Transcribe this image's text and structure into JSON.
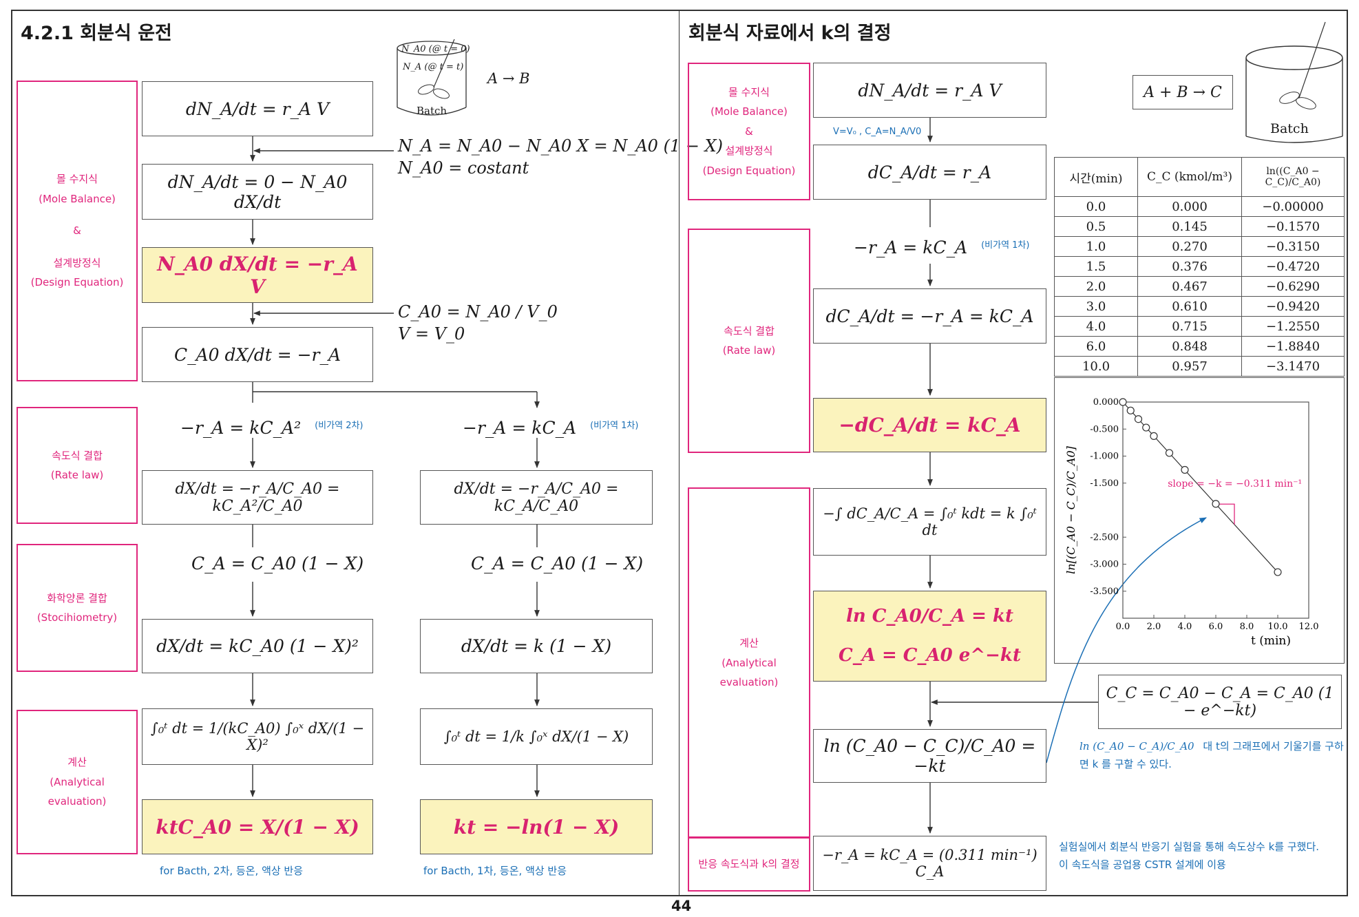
{
  "left": {
    "title": "4.2.1 회분식 운전",
    "reaction": "A → B",
    "batch_label": "Batch",
    "batch_line1": "N_A0 (@ t = 0)",
    "batch_line2": "N_A (@ t = t)",
    "stage_labels": {
      "mole_balance": [
        "몰 수지식",
        "(Mole Balance)",
        "&",
        "설계방정식",
        "(Design Equation)"
      ],
      "rate_law": [
        "속도식 결합",
        "(Rate law)"
      ],
      "stoich": [
        "화학양론 결합",
        "(Stocihiometry)"
      ],
      "analytical": [
        "계산",
        "(Analytical",
        "evaluation)"
      ]
    },
    "eq1": "dN_A/dt = r_A V",
    "annot1_line1": "N_A = N_A0 − N_A0 X = N_A0 (1 − X)",
    "annot1_line2": "N_A0 = costant",
    "eq2": "dN_A/dt = 0 − N_A0 dX/dt",
    "eq3": "N_A0 dX/dt = −r_A V",
    "annot2_line1": "C_A0 = N_A0 / V_0",
    "annot2_line2": "V = V_0",
    "eq4": "C_A0 dX/dt = −r_A",
    "col1": {
      "rate": "−r_A = kC_A²",
      "rate_note": "(비가역 2차)",
      "eq5": "dX/dt = −r_A/C_A0 = kC_A²/C_A0",
      "stoich": "C_A = C_A0 (1 − X)",
      "eq6": "dX/dt = kC_A0 (1 − X)²",
      "eq7": "∫₀ᵗ dt = 1/(kC_A0) ∫₀ˣ dX/(1 − X)²",
      "eq8": "ktC_A0 = X/(1 − X)",
      "footnote": "for Bacth, 2차, 등온, 액상 반응"
    },
    "col2": {
      "rate": "−r_A = kC_A",
      "rate_note": "(비가역 1차)",
      "eq5": "dX/dt = −r_A/C_A0 = kC_A/C_A0",
      "stoich": "C_A = C_A0 (1 − X)",
      "eq6": "dX/dt = k (1 − X)",
      "eq7": "∫₀ᵗ dt = 1/k ∫₀ˣ dX/(1 − X)",
      "eq8": "kt = −ln(1 − X)",
      "footnote": "for Bacth, 1차, 등온, 액상 반응"
    }
  },
  "right": {
    "title": "회분식 자료에서 k의 결정",
    "reaction": "A + B → C",
    "batch_label": "Batch",
    "stage_labels": {
      "mole_balance": [
        "몰 수지식",
        "(Mole Balance)",
        "&",
        "설계방정식",
        "(Design Equation)"
      ],
      "rate_law": [
        "속도식 결합",
        "(Rate law)"
      ],
      "analytical": [
        "계산",
        "(Analytical",
        "evaluation)"
      ],
      "final": [
        "반응 속도식과 k의 결정"
      ]
    },
    "eq1": "dN_A/dt = r_A V",
    "note1": "V=V₀ , C_A=N_A/V0",
    "eq2": "dC_A/dt = r_A",
    "rate": "−r_A = kC_A",
    "rate_note": "(비가역 1차)",
    "eq3": "dC_A/dt = −r_A = kC_A",
    "eq4": "−dC_A/dt = kC_A",
    "eq5": "−∫ dC_A/C_A = ∫₀ᵗ kdt = k ∫₀ᵗ dt",
    "eq6a": "ln C_A0/C_A = kt",
    "eq6b": "C_A = C_A0 e^−kt",
    "side_eq": "C_C = C_A0 − C_A = C_A0 (1 − e^−kt)",
    "eq7": "ln (C_A0 − C_C)/C_A0 = −kt",
    "eq8": "−r_A = kC_A = (0.311 min⁻¹) C_A",
    "note2_expr": "ln (C_A0 − C_A)/C_A0",
    "note2_text": "대 t의 그래프에서 기울기를 구하면 k 를 구할 수 있다.",
    "note3_line1": "실험실에서 회분식 반응기 실험을 통해 속도상수 k를 구했다.",
    "note3_line2": "이 속도식을 공업용 CSTR 설계에 이용",
    "table": {
      "headers": [
        "시간(min)",
        "C_C (kmol/m³)",
        "ln((C_A0 − C_C)/C_A0)"
      ],
      "rows": [
        [
          "0.0",
          "0.000",
          "−0.00000"
        ],
        [
          "0.5",
          "0.145",
          "−0.1570"
        ],
        [
          "1.0",
          "0.270",
          "−0.3150"
        ],
        [
          "1.5",
          "0.376",
          "−0.4720"
        ],
        [
          "2.0",
          "0.467",
          "−0.6290"
        ],
        [
          "3.0",
          "0.610",
          "−0.9420"
        ],
        [
          "4.0",
          "0.715",
          "−1.2550"
        ],
        [
          "6.0",
          "0.848",
          "−1.8840"
        ],
        [
          "10.0",
          "0.957",
          "−3.1470"
        ]
      ]
    }
  },
  "page_number": "44",
  "chart_data": {
    "type": "scatter",
    "x": [
      0.0,
      0.5,
      1.0,
      1.5,
      2.0,
      3.0,
      4.0,
      6.0,
      10.0
    ],
    "y": [
      0.0,
      -0.157,
      -0.315,
      -0.472,
      -0.629,
      -0.942,
      -1.255,
      -1.884,
      -3.147
    ],
    "xlabel": "t (min)",
    "ylabel": "ln[(C_A0 − C_C)/C_A0]",
    "xlim": [
      0,
      12
    ],
    "ylim": [
      -4.0,
      0.0
    ],
    "xticks": [
      "0.0",
      "2.0",
      "4.0",
      "6.0",
      "8.0",
      "10.0",
      "12.0"
    ],
    "yticks": [
      "0.000",
      "-0.500",
      "-1.000",
      "-1.500",
      "-2.500",
      "-3.000",
      "-3.500"
    ],
    "annotation": "slope = −k = −0.311 min⁻¹",
    "trendline": true,
    "point_color": "#ffffff",
    "line_color": "#333333",
    "annotation_color": "#e0257c"
  }
}
